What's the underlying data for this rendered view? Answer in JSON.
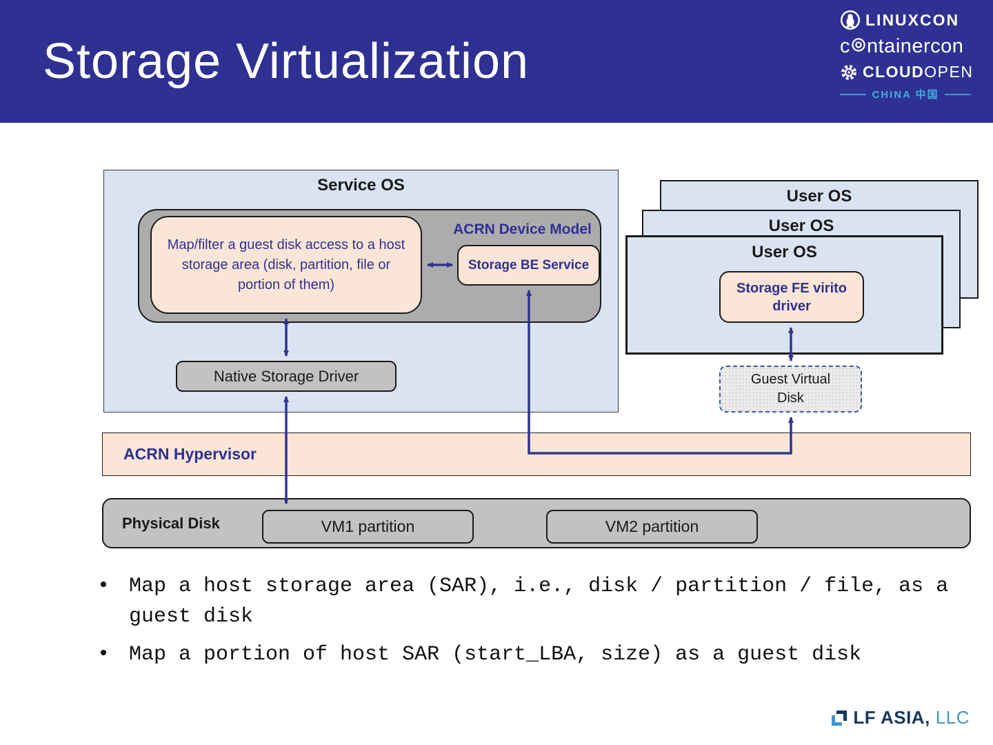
{
  "header": {
    "title": "Storage Virtualization",
    "logos": {
      "linuxcon": "LINUXCON",
      "containercon_pre": "c",
      "containercon_post": "ntainercon",
      "cloudopen_bold": "CLOUD",
      "cloudopen_light": "OPEN",
      "china": "CHINA 中国"
    }
  },
  "diagram": {
    "service_os_label": "Service OS",
    "acrn_device_model_label": "ACRN Device Model",
    "map_filter_text": "Map/filter a guest disk access to a host storage area (disk, partition, file or portion of them)",
    "storage_be_label": "Storage BE Service",
    "native_driver_label": "Native Storage Driver",
    "user_os": [
      "User OS",
      "User OS",
      "User OS"
    ],
    "storage_fe_label": "Storage FE virito driver",
    "guest_virtual_disk_label": "Guest Virtual Disk",
    "hypervisor_label": "ACRN Hypervisor",
    "physical_disk_label": "Physical Disk",
    "vm1_label": "VM1 partition",
    "vm2_label": "VM2 partition"
  },
  "bullets": [
    "Map a host storage area (SAR), i.e., disk / partition / file, as a guest disk",
    "Map a portion of host SAR (start_LBA, size) as a guest disk"
  ],
  "footer": {
    "brand_bold": "LF ASIA,",
    "brand_light": "LLC"
  },
  "colors": {
    "navy": "#2E3192",
    "arrow": "#31348F",
    "lightblue": "#DAE3F1",
    "peach": "#FBE5D6",
    "devgray": "#ACACAC",
    "boxgray": "#C2C2C2",
    "chinablue": "#41ADE2",
    "footer-dark": "#17375E",
    "footer-light": "#3F96CE"
  }
}
